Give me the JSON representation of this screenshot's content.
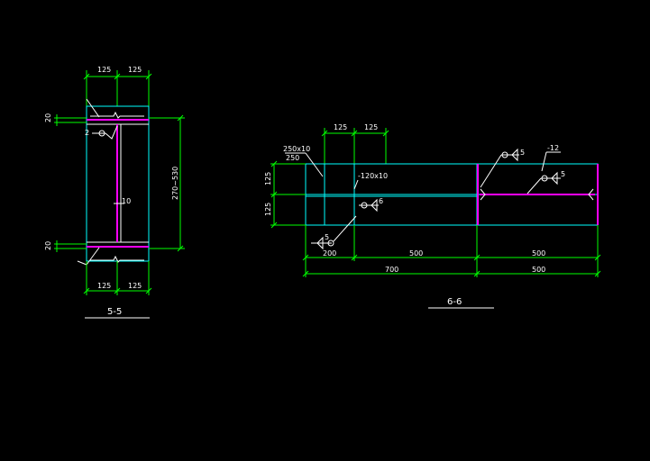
{
  "section_left": {
    "title": "5-5",
    "dims": {
      "top_left": "125",
      "top_right": "125",
      "bottom_left": "125",
      "bottom_right": "125",
      "flange_top": "20",
      "flange_bottom": "20",
      "height": "270~530",
      "web": "10"
    }
  },
  "section_right": {
    "title": "6-6",
    "dims": {
      "top_left": "125",
      "top_right": "125",
      "vert_top": "125",
      "vert_bottom": "125",
      "seg_1": "200",
      "seg_2": "500",
      "seg_3": "500",
      "total_left": "700",
      "total_right": "500"
    },
    "labels": {
      "plate_1": "250x10",
      "plate_1b": "250",
      "plate_2": "-120x10",
      "weld_1": "6",
      "weld_2": "5",
      "weld_3": "5",
      "weld_4": "5",
      "plate_3": "-12"
    }
  },
  "colors": {
    "dimension": "#00ff00",
    "outline": "#00ffff",
    "flange": "#ff00ff",
    "text": "#ffffff"
  }
}
